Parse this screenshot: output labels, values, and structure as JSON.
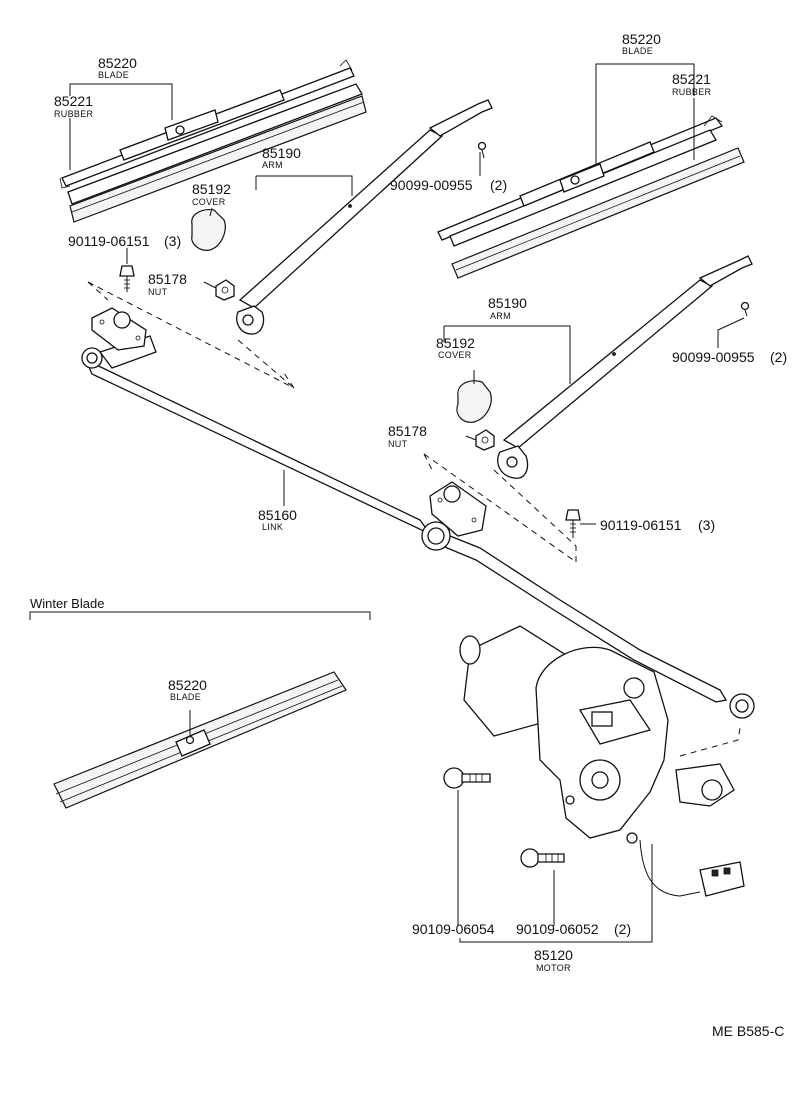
{
  "section_title": "Winter Blade",
  "drawing_code": "ME B585-C",
  "labels": {
    "blade_l": {
      "num": "85220",
      "name": "BLADE"
    },
    "rubber_l": {
      "num": "85221",
      "name": "RUBBER"
    },
    "arm_l": {
      "num": "85190",
      "name": "ARM"
    },
    "cover_l": {
      "num": "85192",
      "name": "COVER"
    },
    "bolt_l": {
      "num": "90119-06151",
      "qty": "(3)"
    },
    "nut_l": {
      "num": "85178",
      "name": "NUT"
    },
    "screw_l": {
      "num": "90099-00955",
      "qty": "(2)"
    },
    "blade_r": {
      "num": "85220",
      "name": "BLADE"
    },
    "rubber_r": {
      "num": "85221",
      "name": "RUBBER"
    },
    "arm_r": {
      "num": "85190",
      "name": "ARM"
    },
    "cover_r": {
      "num": "85192",
      "name": "COVER"
    },
    "nut_r": {
      "num": "85178",
      "name": "NUT"
    },
    "screw_r": {
      "num": "90099-00955",
      "qty": "(2)"
    },
    "bolt_r": {
      "num": "90119-06151",
      "qty": "(3)"
    },
    "link": {
      "num": "85160",
      "name": "LINK"
    },
    "blade_w": {
      "num": "85220",
      "name": "BLADE"
    },
    "motor_bolt_a": {
      "num": "90109-06054"
    },
    "motor_bolt_b": {
      "num": "90109-06052",
      "qty": "(2)"
    },
    "motor": {
      "num": "85120",
      "name": "MOTOR"
    }
  }
}
